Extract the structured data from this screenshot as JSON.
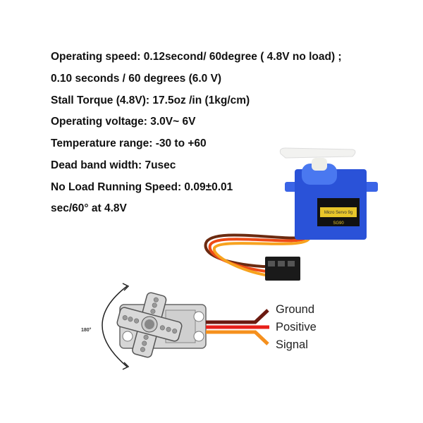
{
  "specs": [
    "Operating speed: 0.12second/ 60degree ( 4.8V no load) ;",
    "0.10 seconds / 60 degrees (6.0 V)",
    "Stall Torque (4.8V): 17.5oz /in (1kg/cm)",
    "Operating voltage: 3.0V~ 6V",
    "Temperature range: -30 to +60",
    "Dead band width: 7usec",
    "No Load Running Speed: 0.09±0.01",
    "sec/60° at 4.8V"
  ],
  "servo_label": {
    "line1": "Micro Servo",
    "line2": "9g",
    "model": "SG90"
  },
  "diagram": {
    "rotation_label": "180°",
    "wires": [
      {
        "label": "Ground",
        "color": "#6b1a10"
      },
      {
        "label": "Positive",
        "color": "#e8201a"
      },
      {
        "label": "Signal",
        "color": "#f5901e"
      }
    ]
  },
  "colors": {
    "servo_body": "#2a52d8",
    "horn": "#f2f2f0"
  }
}
